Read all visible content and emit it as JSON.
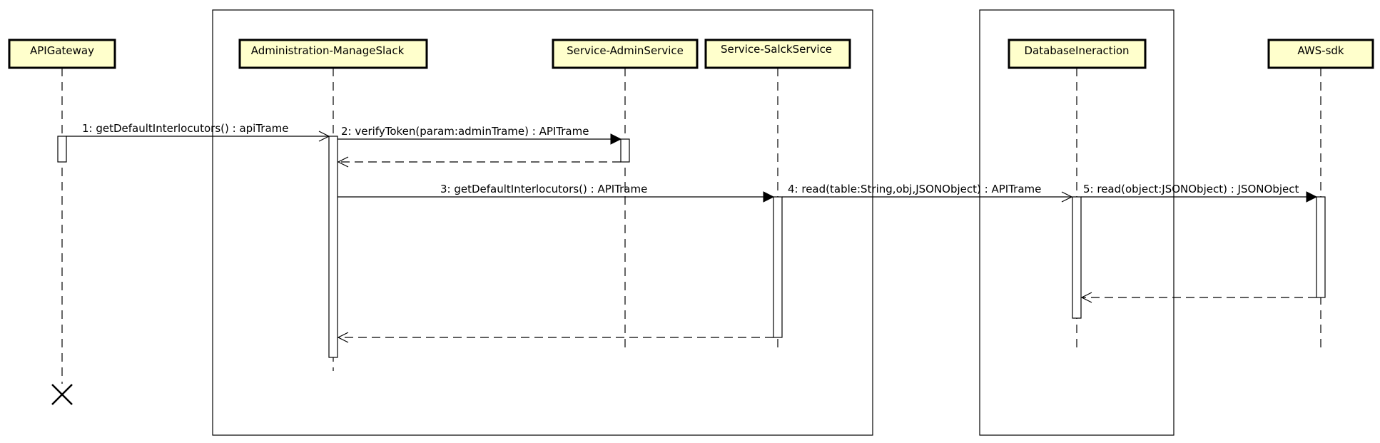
{
  "diagram": {
    "type": "sequence",
    "lifelines": [
      {
        "id": "apigw",
        "label": "APIGateway"
      },
      {
        "id": "manage",
        "label": "Administration-ManageSlack"
      },
      {
        "id": "admin",
        "label": "Service-AdminService"
      },
      {
        "id": "salck",
        "label": "Service-SalckService"
      },
      {
        "id": "db",
        "label": "DatabaseIneraction"
      },
      {
        "id": "aws",
        "label": "AWS-sdk"
      }
    ],
    "messages": [
      {
        "label": "1: getDefaultInterlocutors() : apiTrame",
        "from": "apigw",
        "to": "manage",
        "kind": "async"
      },
      {
        "label": "2: verifyToken(param:adminTrame) : APITrame",
        "from": "manage",
        "to": "admin",
        "kind": "sync"
      },
      {
        "label": "",
        "from": "admin",
        "to": "manage",
        "kind": "return"
      },
      {
        "label": "3: getDefaultInterlocutors() : APITrame",
        "from": "manage",
        "to": "salck",
        "kind": "sync"
      },
      {
        "label": "4: read(table:String,obj,JSONObject) : APITrame",
        "from": "salck",
        "to": "db",
        "kind": "async"
      },
      {
        "label": "5: read(object:JSONObject) : JSONObject",
        "from": "db",
        "to": "aws",
        "kind": "sync"
      },
      {
        "label": "",
        "from": "aws",
        "to": "db",
        "kind": "return"
      },
      {
        "label": "",
        "from": "salck",
        "to": "manage",
        "kind": "return"
      }
    ],
    "destroyed": [
      "apigw"
    ]
  }
}
